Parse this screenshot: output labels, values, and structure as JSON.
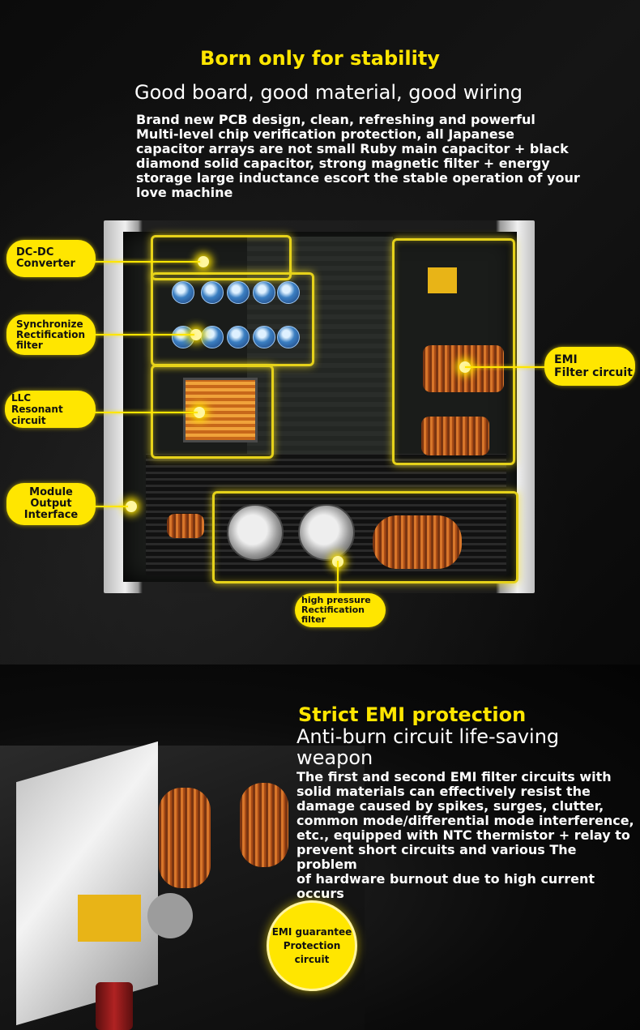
{
  "section1": {
    "heading": "Born only for stability",
    "subheading": "Good board, good material, good wiring",
    "body_lines": [
      "Brand new PCB design, clean, refreshing and powerful",
      "Multi-level chip verification protection, all Japanese",
      "capacitor arrays are not small Ruby main capacitor + black",
      "diamond solid capacitor, strong magnetic filter + energy",
      "storage large inductance escort the stable operation of your",
      "love machine"
    ]
  },
  "labels": {
    "dc_dc": [
      "DC-DC",
      "Converter"
    ],
    "sync": [
      "Synchronize",
      "Rectification",
      "filter"
    ],
    "llc": [
      "LLC",
      "Resonant circuit"
    ],
    "module": [
      "Module",
      "Output",
      "Interface"
    ],
    "emi": [
      "EMI",
      "Filter circuit"
    ],
    "high_pressure": [
      "high pressure",
      "Rectification filter"
    ]
  },
  "section2": {
    "heading": "Strict EMI protection",
    "subheading_lines": [
      "Anti-burn circuit life-saving",
      "weapon"
    ],
    "body_lines": [
      "The first and second EMI filter circuits with",
      "solid materials can effectively resist the",
      "damage caused by spikes, surges, clutter,",
      "common mode/differential mode interference,",
      "etc., equipped with NTC thermistor + relay to",
      "prevent short circuits and various The problem",
      "of hardware burnout due to high current occurs"
    ],
    "badge_lines": [
      "EMI guarantee",
      "Protection",
      "circuit"
    ]
  },
  "colors": {
    "accent": "#ffe600",
    "background": "#050505"
  }
}
